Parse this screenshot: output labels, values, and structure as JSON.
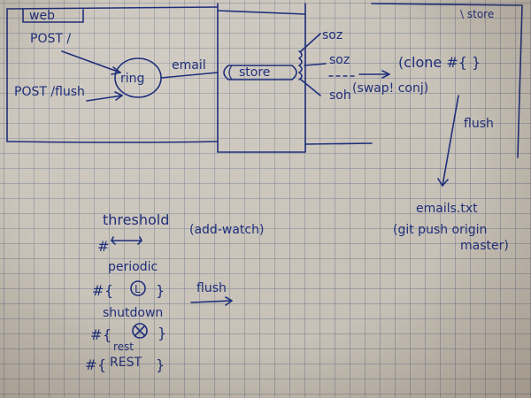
{
  "labels": {
    "web": "web",
    "store_corner": "\\ store",
    "post_root": "POST /",
    "post_flush": "POST /flush",
    "ring": "ring",
    "email": "email",
    "store": "store",
    "soz": "soz",
    "soh": "soh",
    "clone_map": "(clone #{ }",
    "swap_conj": "(swap! conj)",
    "flush_arrow": "flush",
    "emails_txt": "emails.txt",
    "git_push_line1": "(git push origin",
    "git_push_line2": "master)",
    "threshold": "threshold",
    "add_watch": "(add-watch)",
    "periodic": "periodic",
    "flush_side": "flush",
    "shutdown": "shutdown",
    "rest": "rest",
    "rest_caps": "REST",
    "hash1": "#",
    "hash2": "#",
    "hash3": "#",
    "hash4": "#",
    "hash5": "#",
    "open_brace1": "{",
    "close_brace1": "}",
    "open_brace2": "{",
    "close_brace2": "}",
    "open_brace3": "{",
    "close_brace3": "}",
    "ring_char": "L"
  }
}
